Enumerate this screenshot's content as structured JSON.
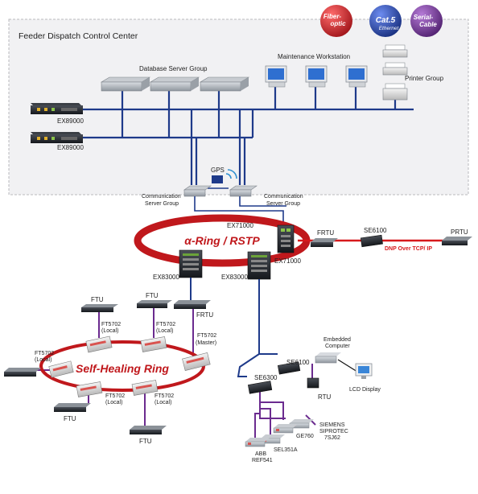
{
  "control_center": {
    "title": "Feeder Dispatch Control Center",
    "database_group": "Database Server Group",
    "maintenance": "Maintenance Workstation",
    "printer_group": "Printer Group",
    "gps": "GPS",
    "comm_left_line1": "Communication",
    "comm_left_line2": "Server Group",
    "comm_right_line1": "Communication",
    "comm_right_line2": "Server Group",
    "ex89000_top": "EX89000",
    "ex89000_bottom": "EX89000"
  },
  "legend": {
    "fiber_line1": "Fiber-",
    "fiber_line2": "optic",
    "cat5_line1": "Cat.5",
    "cat5_line2": "Ethernet",
    "serial_line1": "Serial-",
    "serial_line2": "Cable",
    "colors": {
      "fiber": "#c0181c",
      "cat5": "#1e3a8a",
      "serial": "#6b2b8f"
    }
  },
  "rings": {
    "alpha_ring": "α-Ring / RSTP",
    "self_healing": "Self-Healing Ring"
  },
  "devices": {
    "ex71000_top": "EX71000",
    "ex71000_right": "EX71000",
    "ex83000_left": "EX83000",
    "ex83000_right": "EX83000",
    "frtu_top": "FRTU",
    "se6100_top": "SE6100",
    "prtu": "PRTU",
    "dnp_label": "DNP Over  TCP/ IP",
    "ftu_top_left": "FTU",
    "ftu_top_mid": "FTU",
    "frtu_mid": "FRTU",
    "ft5702_a_line1": "FT5702",
    "ft5702_a_line2": "(Local)",
    "ft5702_b_line1": "FT5702",
    "ft5702_b_line2": "(Local)",
    "ft5702_master_line1": "FT5702",
    "ft5702_master_line2": "(Master)",
    "ft5702_left_line1": "FT5702",
    "ft5702_left_line2": "(Local)",
    "ft5702_bl_line1": "FT5702",
    "ft5702_bl_line2": "(Local)",
    "ft5702_br_line1": "FT5702",
    "ft5702_br_line2": "(Local)",
    "ftu_bottom_left": "FTU",
    "ftu_bottom_mid": "FTU",
    "embedded_line1": "Embedded",
    "embedded_line2": "Computer",
    "lcd_display": "LCD Display",
    "se6100_bottom": "SE6100",
    "se6300": "SE6300",
    "rtu_bottom": "RTU",
    "siemens_line1": "SIEMENS",
    "siemens_line2": "SIPROTEC",
    "siemens_line3": "7SJ62",
    "ge760": "GE760",
    "sel351a": "SEL351A",
    "abb_line1": "ABB",
    "abb_line2": "REF541"
  }
}
